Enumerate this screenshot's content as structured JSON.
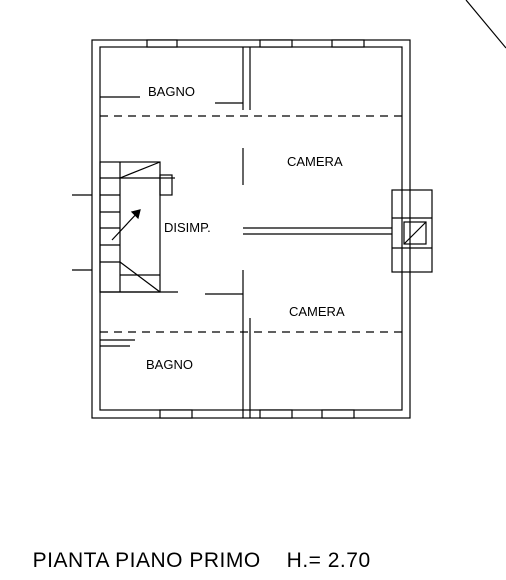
{
  "rooms": {
    "bagno_top": "BAGNO",
    "camera_top": "CAMERA",
    "disimpegno": "DISIMP.",
    "camera_bottom": "CAMERA",
    "bagno_bottom": "BAGNO"
  },
  "caption": {
    "title": "PIANTA PIANO PRIMO",
    "height": "H.= 2.70"
  }
}
